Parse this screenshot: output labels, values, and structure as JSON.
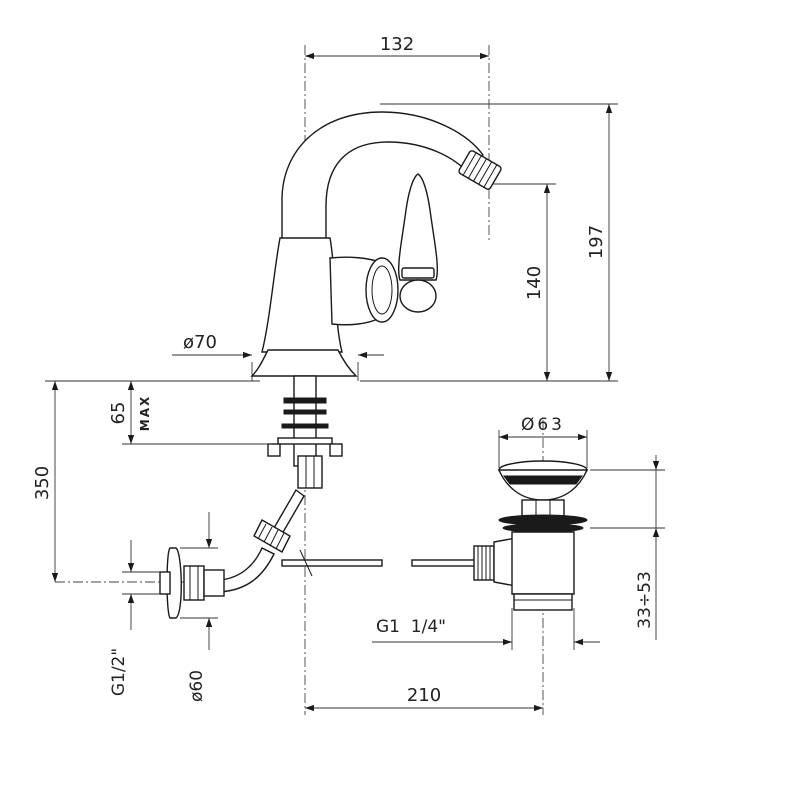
{
  "drawing": {
    "dimensions": {
      "spout_reach": "132",
      "total_height": "197",
      "spout_height": "140",
      "base_diameter": "ø70",
      "max_deck_thickness": "65",
      "max_label": "MAX",
      "hose_length": "350",
      "waste_diameter": "Ø63",
      "waste_thread": "G1  1/4\"",
      "waste_range": "33÷53",
      "inlet_thread": "G1/2\"",
      "flange_diameter": "ø60",
      "waste_offset": "210"
    }
  }
}
